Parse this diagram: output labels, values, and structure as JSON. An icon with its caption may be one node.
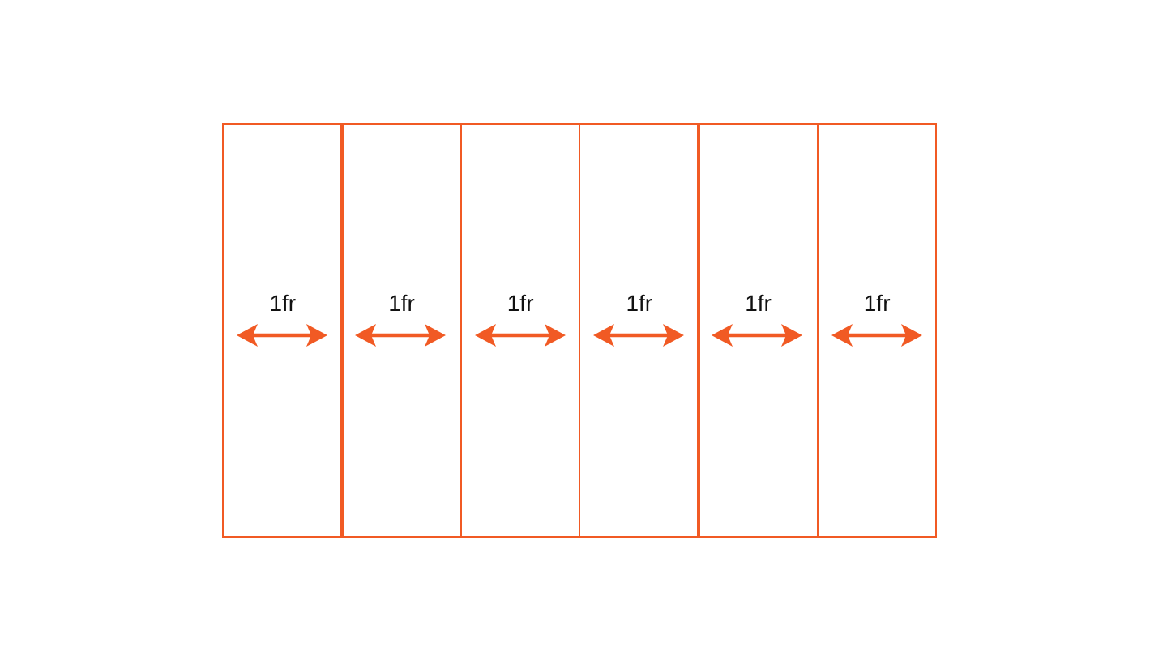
{
  "diagram": {
    "nodes": [
      {
        "text": [
          "1fr"
        ]
      },
      {
        "text": [
          "1fr"
        ]
      },
      {
        "text": [
          "1fr"
        ]
      },
      {
        "text": [
          "1fr"
        ]
      },
      {
        "text": [
          "1fr"
        ]
      },
      {
        "text": [
          "1fr"
        ]
      }
    ]
  }
}
